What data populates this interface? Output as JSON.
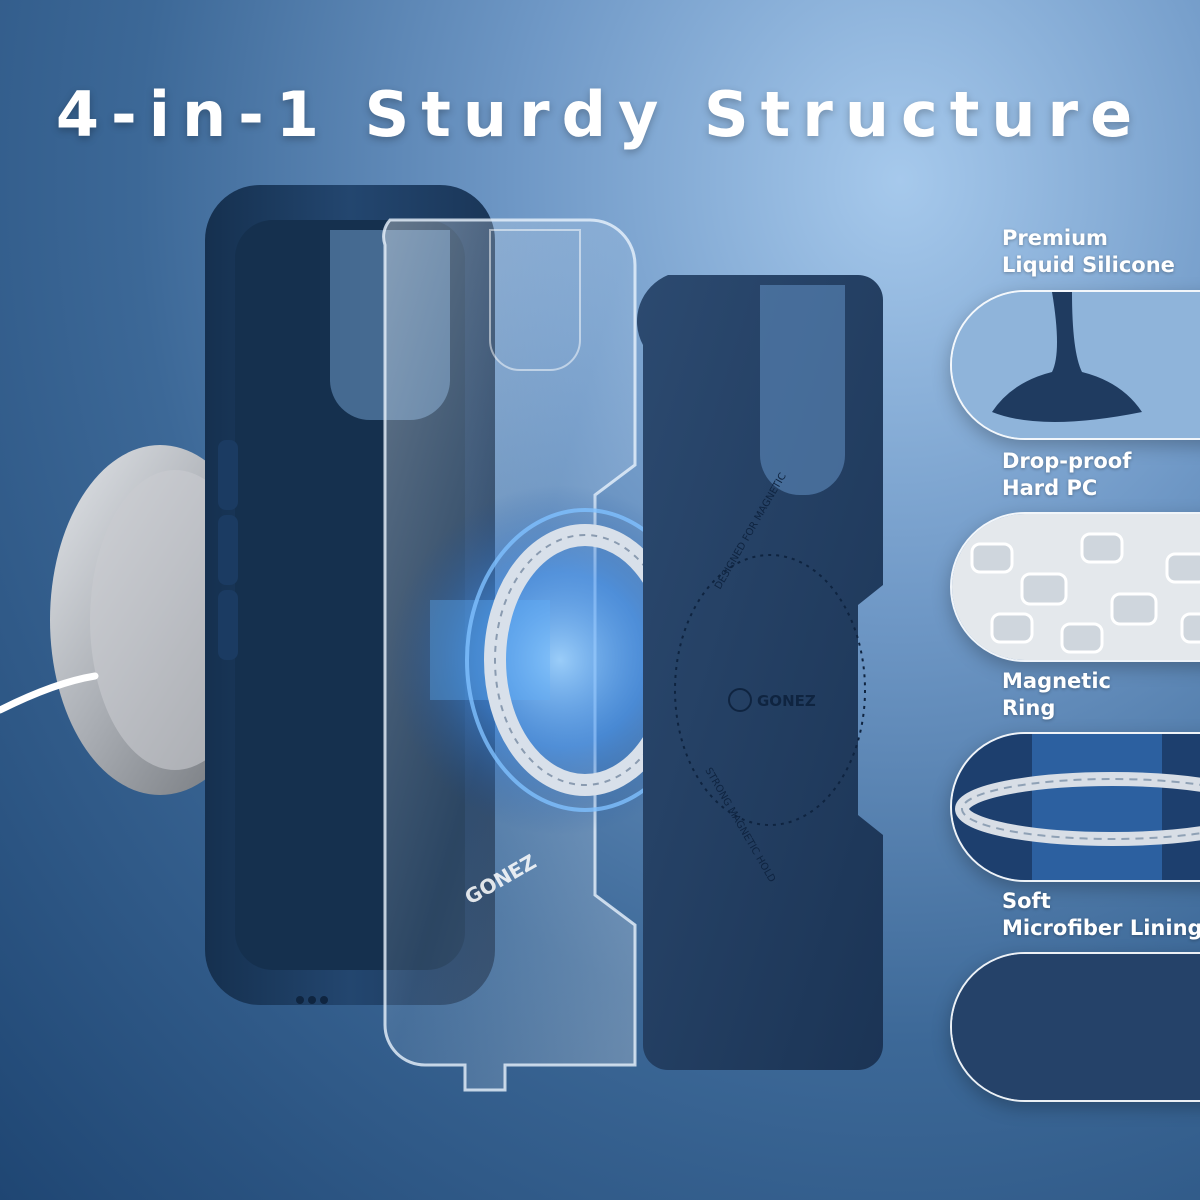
{
  "headline": "4-in-1 Sturdy Structure",
  "brand": {
    "pc_logo": "GONEZ",
    "lining_logo": "GONEZ",
    "lining_ring_text_top": "DESIGNED FOR MAGNETIC",
    "lining_ring_text_bottom": "STRONG MAGNETIC HOLD"
  },
  "features": [
    {
      "line1": "Premium",
      "line2": "Liquid Silicone",
      "icon": "liquid-silicone-swatch"
    },
    {
      "line1": "Drop-proof",
      "line2": "Hard PC",
      "icon": "clear-pc-pellets-swatch"
    },
    {
      "line1": "Magnetic",
      "line2": "Ring",
      "icon": "magnetic-ring-swatch"
    },
    {
      "line1": "Soft",
      "line2": "Microfiber Lining",
      "icon": "microfiber-swatch"
    }
  ],
  "colors": {
    "case_navy": "#1d3a5e",
    "lining_navy": "#243f63",
    "magnet_glow": "#4aa3ff",
    "text": "#ffffff"
  }
}
